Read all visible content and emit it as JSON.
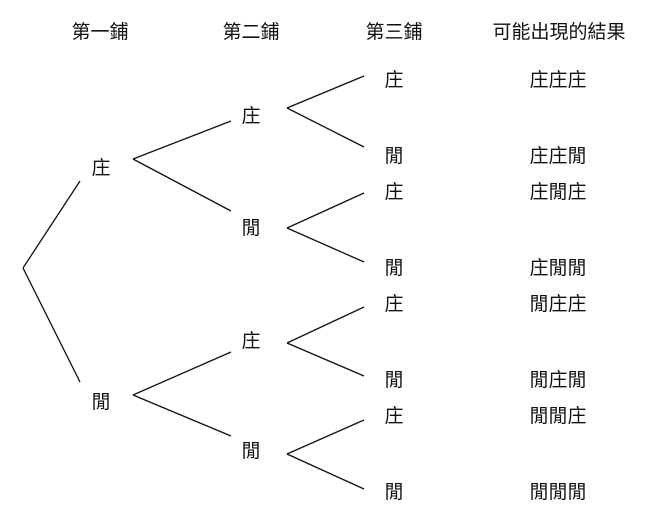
{
  "headers": [
    "第一鋪",
    "第二鋪",
    "第三鋪",
    "可能出現的結果"
  ],
  "level1": [
    "庄",
    "閒"
  ],
  "level2": [
    "庄",
    "閒",
    "庄",
    "閒"
  ],
  "level3": [
    "庄",
    "閒",
    "庄",
    "閒",
    "庄",
    "閒",
    "庄",
    "閒"
  ],
  "results": [
    "庄庄庄",
    "庄庄閒",
    "庄閒庄",
    "庄閒閒",
    "閒庄庄",
    "閒庄閒",
    "閒閒庄",
    "閒閒閒"
  ]
}
